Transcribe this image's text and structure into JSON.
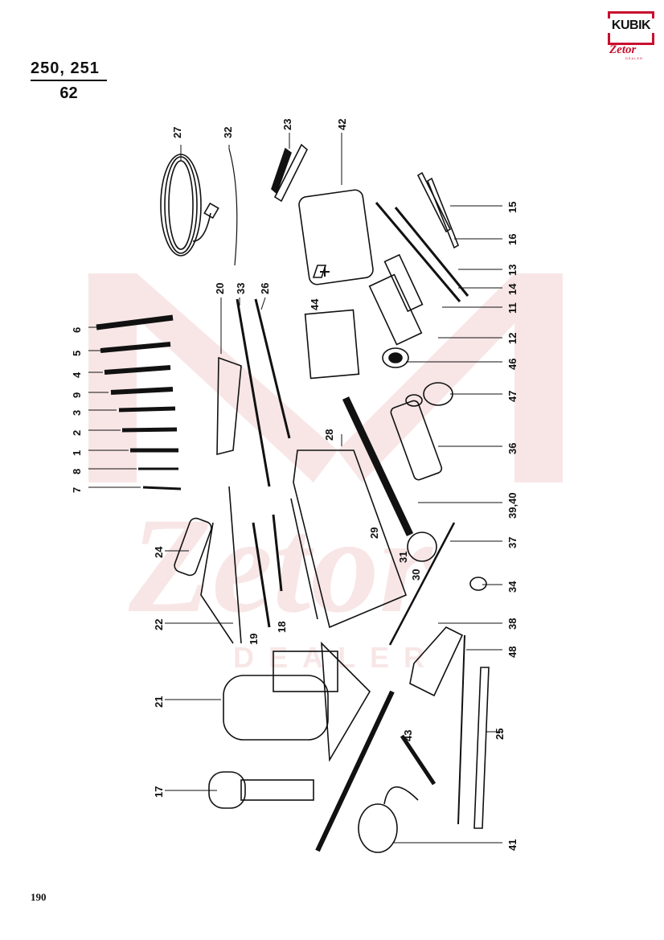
{
  "header": {
    "model_numbers": "250, 251",
    "group_number": "62"
  },
  "logo": {
    "wordmark": "KUBIK",
    "brand": "Zetor",
    "tag": "DEALER"
  },
  "page_number": "190",
  "callouts": [
    {
      "id": "c27",
      "text": "27"
    },
    {
      "id": "c32",
      "text": "32"
    },
    {
      "id": "c23",
      "text": "23"
    },
    {
      "id": "c42",
      "text": "42"
    },
    {
      "id": "c15",
      "text": "15"
    },
    {
      "id": "c16",
      "text": "16"
    },
    {
      "id": "c13",
      "text": "13"
    },
    {
      "id": "c14",
      "text": "14"
    },
    {
      "id": "c11",
      "text": "11"
    },
    {
      "id": "c12",
      "text": "12"
    },
    {
      "id": "c46",
      "text": "46"
    },
    {
      "id": "c47",
      "text": "47"
    },
    {
      "id": "c36",
      "text": "36"
    },
    {
      "id": "c3940",
      "text": "39,40"
    },
    {
      "id": "c37",
      "text": "37"
    },
    {
      "id": "c34",
      "text": "34"
    },
    {
      "id": "c38",
      "text": "38"
    },
    {
      "id": "c48",
      "text": "48"
    },
    {
      "id": "c25",
      "text": "25"
    },
    {
      "id": "c41",
      "text": "41"
    },
    {
      "id": "c43",
      "text": "43"
    },
    {
      "id": "c20",
      "text": "20"
    },
    {
      "id": "c33",
      "text": "33"
    },
    {
      "id": "c26",
      "text": "26"
    },
    {
      "id": "c44",
      "text": "44"
    },
    {
      "id": "c28",
      "text": "28"
    },
    {
      "id": "c29",
      "text": "29"
    },
    {
      "id": "c30",
      "text": "30"
    },
    {
      "id": "c31",
      "text": "31"
    },
    {
      "id": "c6",
      "text": "6"
    },
    {
      "id": "c5",
      "text": "5"
    },
    {
      "id": "c4",
      "text": "4"
    },
    {
      "id": "c9",
      "text": "9"
    },
    {
      "id": "c3",
      "text": "3"
    },
    {
      "id": "c2",
      "text": "2"
    },
    {
      "id": "c1",
      "text": "1"
    },
    {
      "id": "c8",
      "text": "8"
    },
    {
      "id": "c7",
      "text": "7"
    },
    {
      "id": "c24",
      "text": "24"
    },
    {
      "id": "c22",
      "text": "22"
    },
    {
      "id": "c19",
      "text": "19"
    },
    {
      "id": "c18",
      "text": "18"
    },
    {
      "id": "c21",
      "text": "21"
    },
    {
      "id": "c17",
      "text": "17"
    }
  ],
  "colors": {
    "watermark": "#f4d6d6",
    "logo_red": "#c8102e",
    "ink": "#111111"
  }
}
